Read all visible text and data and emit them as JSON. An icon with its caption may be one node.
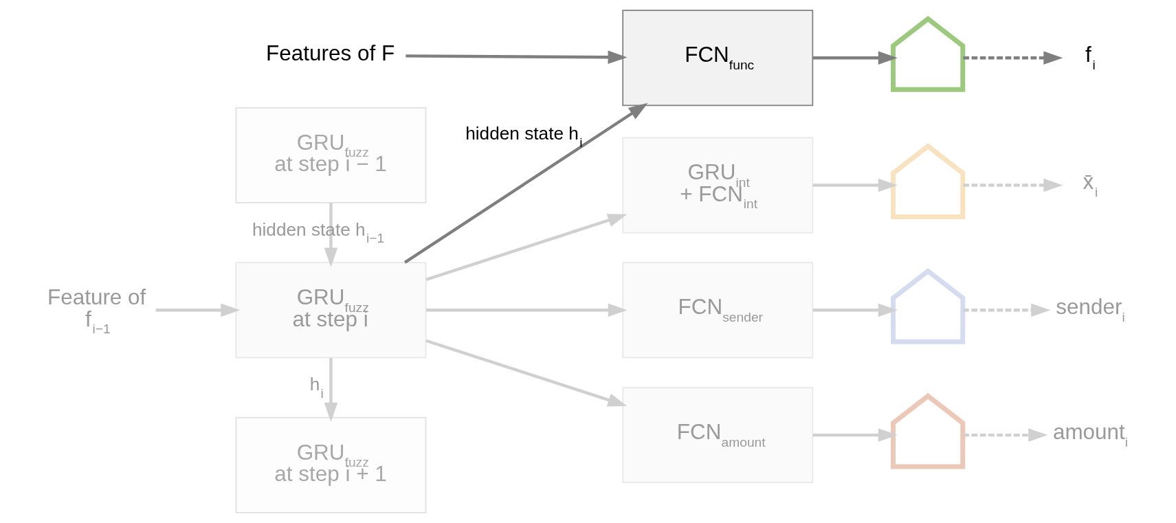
{
  "diagram": {
    "nodes": [
      {
        "text": [
          "Features of F"
        ]
      },
      {
        "text": [
          "GRU$_{fuzz}$ at step i − 1"
        ]
      },
      {
        "text": [
          "Feature of f$_{i−1}$"
        ]
      },
      {
        "text": [
          "GRU$_{fuzz}$ at step i"
        ]
      },
      {
        "text": [
          "GRU$_{fuzz}$ at step i + 1"
        ]
      },
      {
        "text": [
          "FCN$_{func}$"
        ]
      },
      {
        "text": [
          "GRU$_{int}$ + FCN$_{int}$"
        ]
      },
      {
        "text": [
          "FCN$_{sender}$"
        ]
      },
      {
        "text": [
          "FCN$_{amount}$"
        ]
      },
      {
        "text": [],
        "shape": "curve"
      },
      {
        "text": [],
        "shape": "curve"
      },
      {
        "text": [],
        "shape": "curve"
      },
      {
        "text": [],
        "shape": "curve"
      },
      {
        "text": [
          "f$_{i}$"
        ]
      },
      {
        "text": [
          "x̄$_{i}$"
        ]
      },
      {
        "text": [
          "sender$_{i}$"
        ]
      },
      {
        "text": [
          "amount$_{i}$"
        ]
      }
    ],
    "edges": [
      {
        "from": 1,
        "to": 3,
        "arrow": "to",
        "label": "hidden state h$_{i−1}$"
      },
      {
        "from": 2,
        "to": 3,
        "arrow": "to"
      },
      {
        "from": 3,
        "to": 4,
        "arrow": "to",
        "label": "h$_{i}$"
      },
      {
        "from": 0,
        "to": 5,
        "arrow": "to",
        "color": "#7f7f7f"
      },
      {
        "from": 3,
        "to": 5,
        "arrow": "to",
        "label": "hidden state h$_{i}$",
        "color": "#7f7f7f"
      },
      {
        "from": 3,
        "to": 6,
        "arrow": "to"
      },
      {
        "from": 3,
        "to": 7,
        "arrow": "to"
      },
      {
        "from": 3,
        "to": 8,
        "arrow": "to"
      },
      {
        "from": 5,
        "to": 9,
        "arrow": "to",
        "color": "#7f7f7f"
      },
      {
        "from": 6,
        "to": 10,
        "arrow": "to"
      },
      {
        "from": 7,
        "to": 11,
        "arrow": "to"
      },
      {
        "from": 8,
        "to": 12,
        "arrow": "to"
      },
      {
        "from": 9,
        "to": 13,
        "arrow": "to",
        "style": "dashed",
        "color": "#7f7f7f"
      },
      {
        "from": 10,
        "to": 14,
        "arrow": "to",
        "style": "dashed"
      },
      {
        "from": 11,
        "to": 15,
        "arrow": "to",
        "style": "dashed"
      },
      {
        "from": 12,
        "to": 16,
        "arrow": "to",
        "style": "dashed"
      }
    ]
  }
}
